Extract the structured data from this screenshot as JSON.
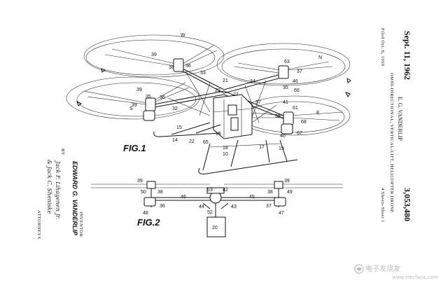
{
  "header": {
    "date": "Sept. 11, 1962",
    "inventor_short": "E. G. VANDERLIP",
    "patent_number": "3,053,480",
    "title": "OMNI-DIRECTIONAL, VERTICAL-LIFT, HELICOPTER DRONE",
    "filed": "Filed Oct. 6, 1959",
    "sheets": "4 Sheets-Sheet 1"
  },
  "figures": {
    "fig1": "FIG.1",
    "fig2": "FIG.2"
  },
  "credits": {
    "inventor_label": "INVENTOR",
    "inventor_name": "EDWARD G. VANDERLIP",
    "by": "BY",
    "signature_1": "Jack F. Lihagenen Jr.",
    "signature_2": "& Jack C. Sheniske",
    "attorneys": "ATTORNEYS"
  },
  "fig1_refs": {
    "r39a": "39",
    "r36a": "36",
    "r38a": "38",
    "r33": "33",
    "r34": "34",
    "r21": "21",
    "r63": "63",
    "r37a": "37",
    "r46": "46",
    "r66": "66",
    "r35a": "35",
    "r29": "29",
    "r27": "27",
    "r39b": "39",
    "r36b": "36",
    "r32": "32",
    "r37b": "37",
    "r61": "61",
    "r38b": "38",
    "r39c": "39",
    "r35b": "35",
    "r15a": "15",
    "r14": "14",
    "r22": "22",
    "r65": "65",
    "r15b": "15",
    "r18": "18",
    "r10": "10",
    "r17": "17",
    "r15c": "15",
    "r68": "68",
    "r67": "67",
    "r40": "40",
    "r41": "41",
    "rS": "S",
    "rE": "E",
    "rN": "N",
    "rW": "W"
  },
  "fig2_refs": {
    "r39a": "39",
    "r50": "50",
    "r38a": "38",
    "r53": "53",
    "r42": "42",
    "r39b": "39",
    "r38b": "38",
    "r49": "49",
    "r46": "46",
    "r45": "45",
    "r48": "48",
    "r36": "36",
    "r44": "44",
    "r52": "52",
    "r43": "43",
    "r37": "37",
    "r47": "47",
    "r20": "20"
  },
  "watermark": {
    "text": "电子发烧友",
    "url": "www.elecfans.com"
  }
}
